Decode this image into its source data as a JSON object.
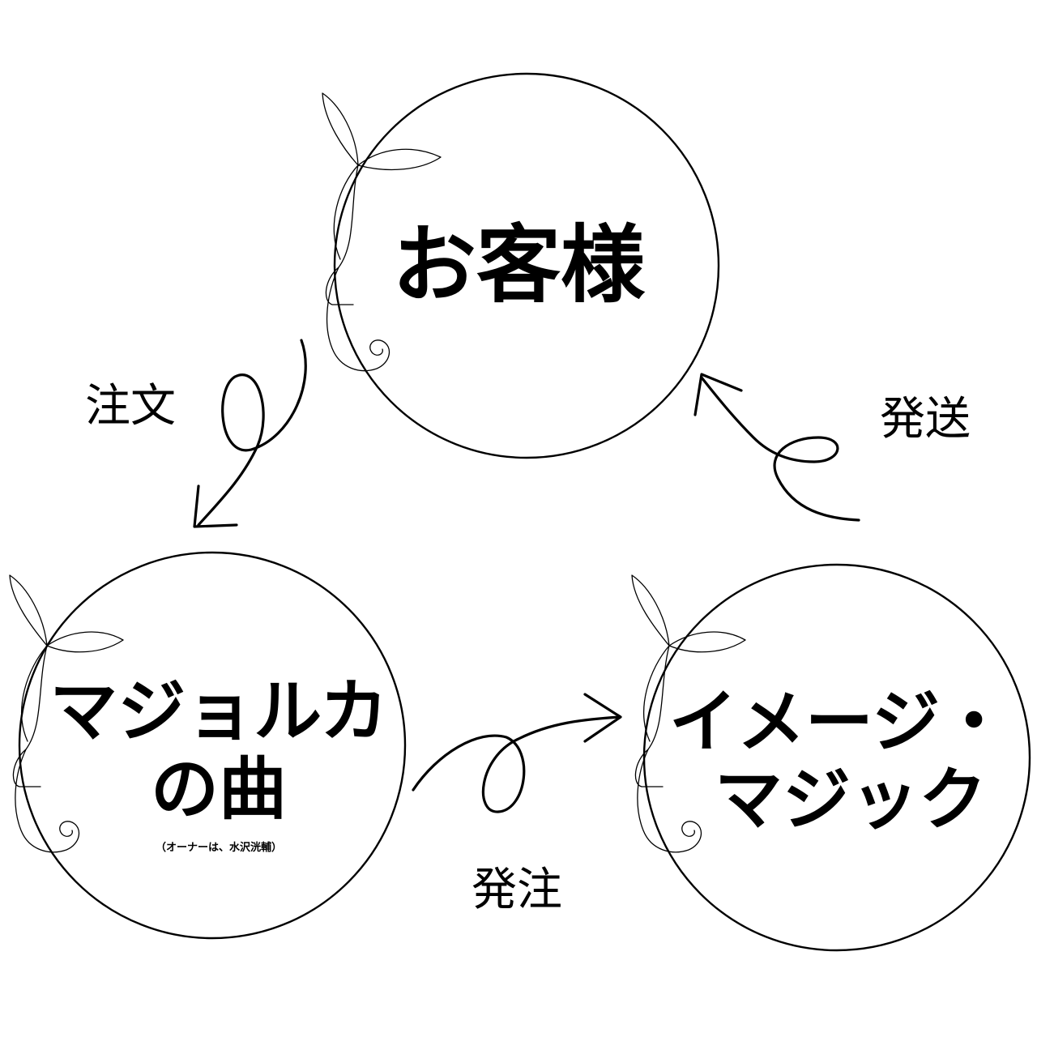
{
  "nodes": {
    "customer": {
      "label": "お客様"
    },
    "majoruka": {
      "line1": "マジョルカ",
      "line2": "の曲",
      "note": "（オーナーは、水沢洸輔）"
    },
    "image_magic": {
      "line1": "イメージ・",
      "line2": "マジック"
    }
  },
  "edges": {
    "order": "注文",
    "place_order": "発注",
    "ship": "発送"
  },
  "colors": {
    "stroke": "#000000",
    "text": "#000000",
    "background": "#ffffff"
  }
}
